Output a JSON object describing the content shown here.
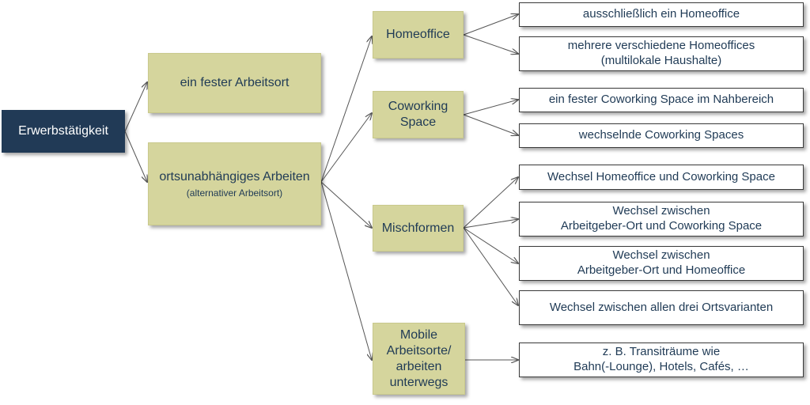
{
  "root": {
    "label": "Erwerbstätigkeit"
  },
  "level1": {
    "fixed": "ein fester Arbeitsort",
    "flexible": "ortsunabhängiges Arbeiten",
    "flexible_sub": "(alternativer Arbeitsort)"
  },
  "level2": {
    "homeoffice": "Homeoffice",
    "coworking_1": "Coworking",
    "coworking_2": "Space",
    "mixed": "Mischformen",
    "mobile_1": "Mobile",
    "mobile_2": "Arbeitsorte/",
    "mobile_3": "arbeiten",
    "mobile_4": "unterwegs"
  },
  "leaves": {
    "ho_single": "ausschließlich ein Homeoffice",
    "ho_multi_1": "mehrere verschiedene Homeoffices",
    "ho_multi_2": "(multilokale Haushalte)",
    "cw_fixed": "ein fester Coworking Space im Nahbereich",
    "cw_changing": "wechselnde Coworking Spaces",
    "mix_ho_cw": "Wechsel Homeoffice und Coworking Space",
    "mix_emp_cw_1": "Wechsel zwischen",
    "mix_emp_cw_2": "Arbeitgeber-Ort und Coworking Space",
    "mix_emp_ho_1": "Wechsel zwischen",
    "mix_emp_ho_2": "Arbeitgeber-Ort und Homeoffice",
    "mix_all": "Wechsel zwischen allen drei Ortsvarianten",
    "mob_1": "z. B. Transiträume wie",
    "mob_2": "Bahn(-Lounge), Hotels, Cafés, …"
  },
  "colors": {
    "root_fill": "#213a56",
    "node_fill": "#d5d59d",
    "leaf_fill": "#ffffff",
    "text": "#1f3a55",
    "connector": "#555555"
  }
}
